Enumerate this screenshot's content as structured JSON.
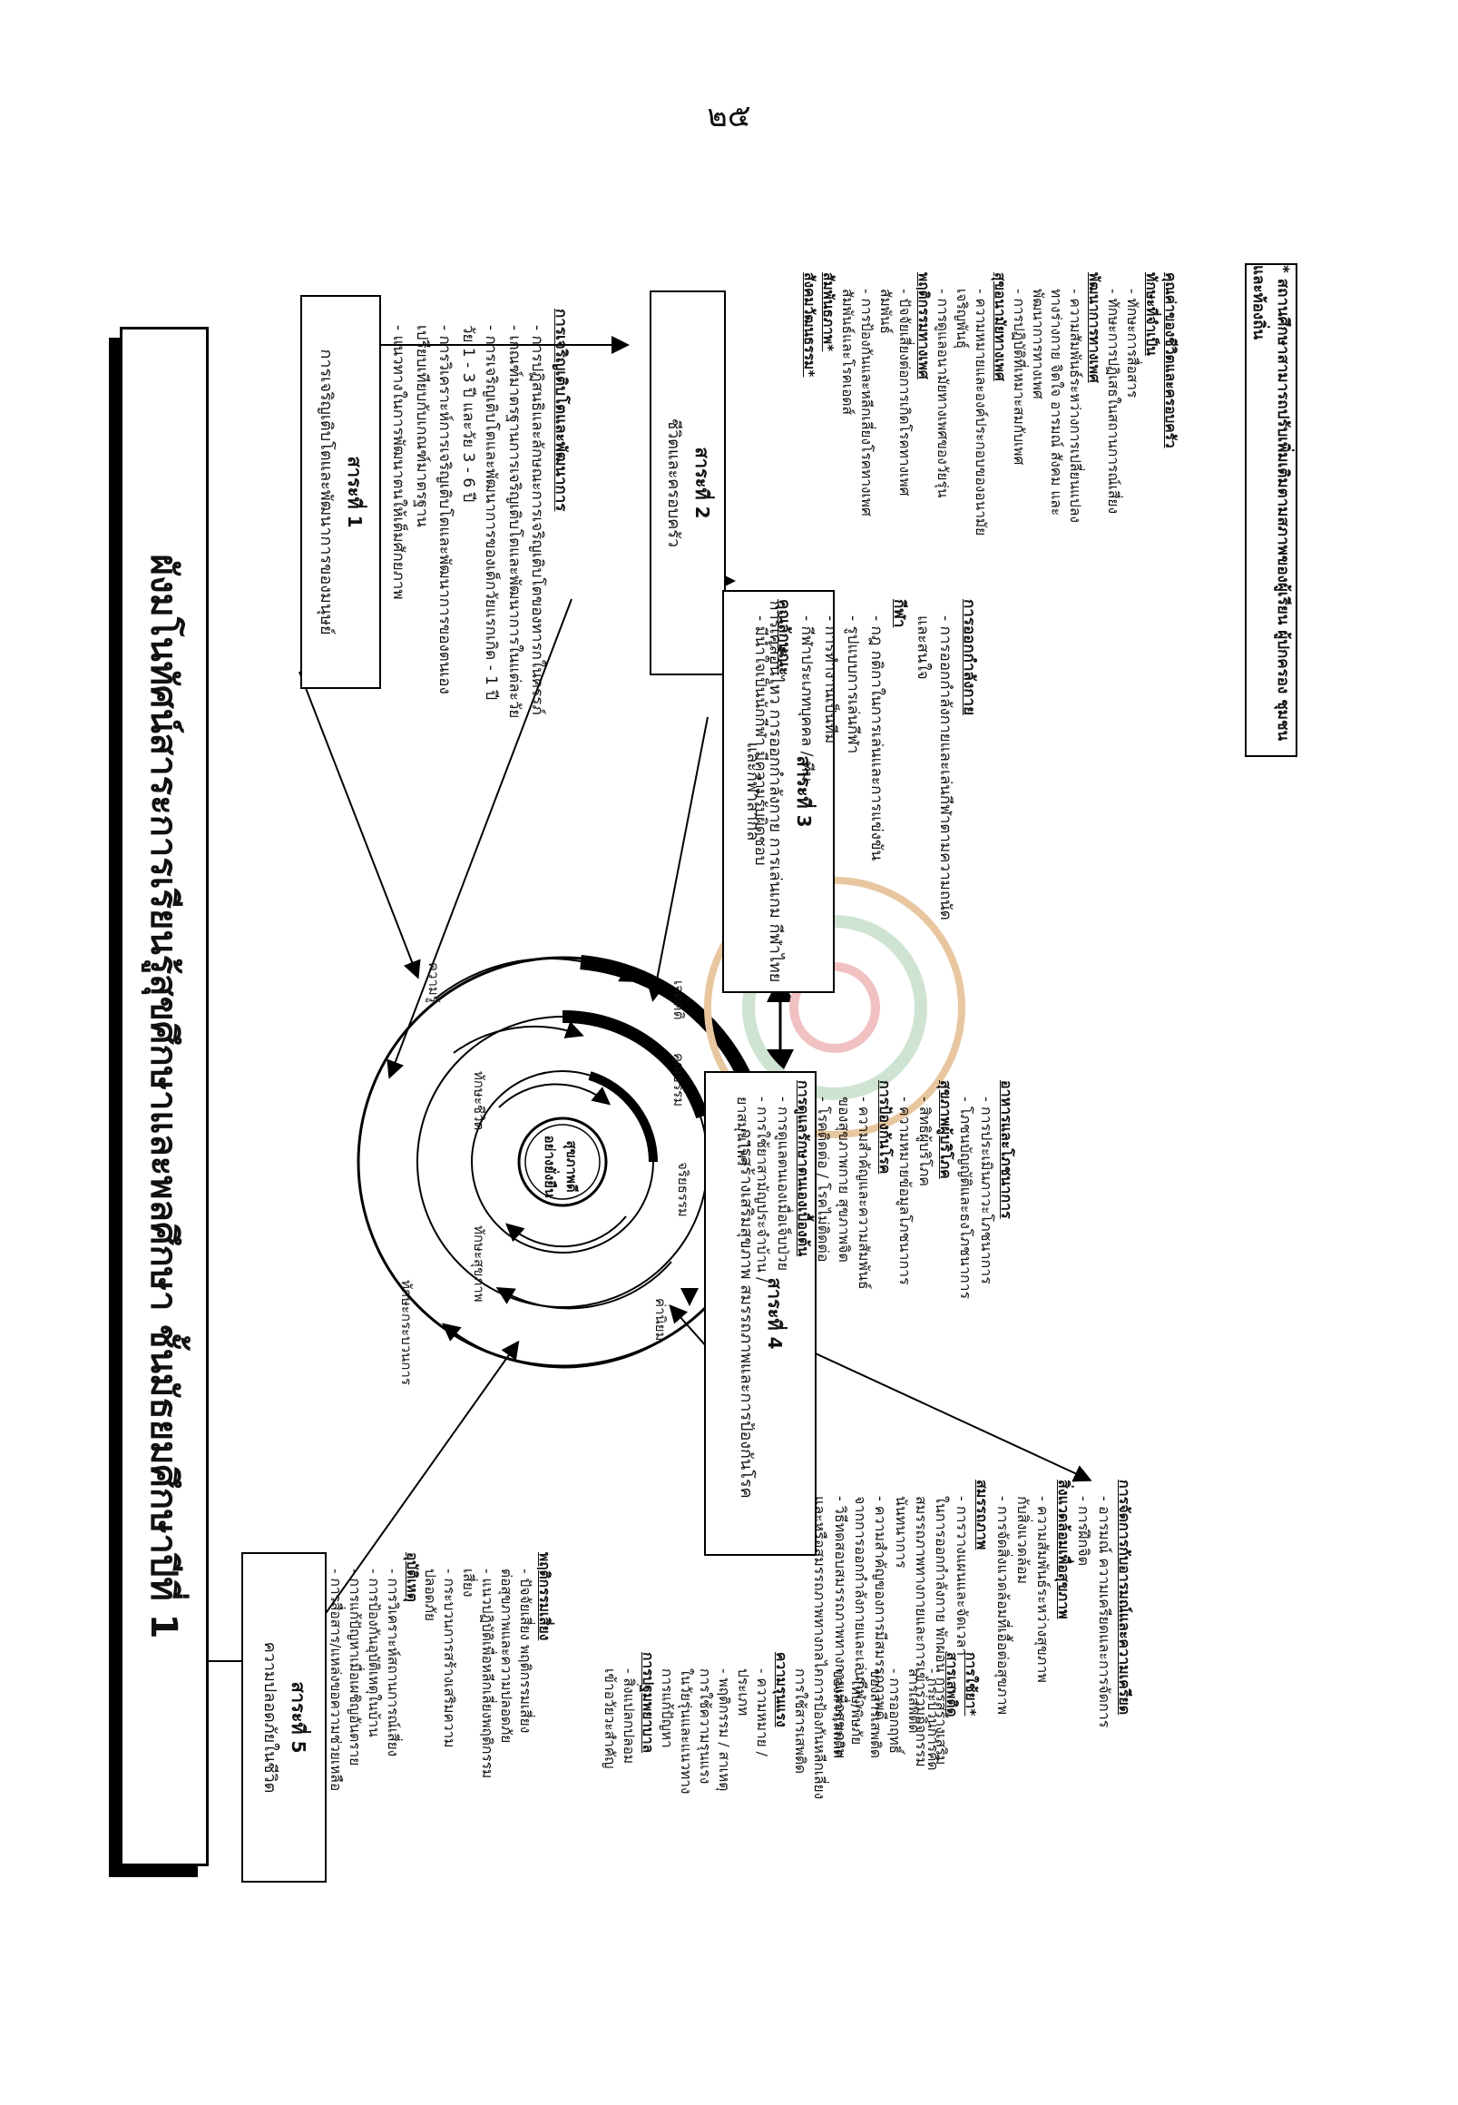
{
  "page_number": "๒๕",
  "title": "ผังมโนทัศน์สาระการเรียนรู้สุขศึกษาและพลศึกษา ชั้นมัธยมศึกษาปีที่ 1",
  "center": {
    "core": [
      "สุขภาพดี",
      "อย่างยั่งยืน"
    ],
    "rings": {
      "r1": [
        "ทักษะชีวิต",
        "ทักษะสุขภาพ"
      ],
      "r2": [
        "คุณธรรม",
        "จริยธรรม",
        "ค่านิยม"
      ],
      "r3": [
        "ความรู้",
        "เจตคติ",
        "ทักษะกระบวนการ"
      ]
    }
  },
  "strands": [
    {
      "num": "สาระที่ 1",
      "name": "การเจริญเติบโตและพัฒนาการของมนุษย์",
      "heads": [
        {
          "h": "การเจริญเติบโตและพัฒนาการ",
          "items": [
            "- การปฏิสนธิและลักษณะการเจริญเติบโตของทารกในครรภ์",
            "- เกณฑ์มาตรฐานการเจริญเติบโตและพัฒนาการในแต่ละวัย",
            "- การเจริญเติบโตและพัฒนาการของเด็กวัยแรกเกิด - 1 ปี",
            "  วัย 1 - 3 ปี และวัย 3 - 6 ปี",
            "- การวิเคราะห์การเจริญเติบโตและพัฒนาการของตนเอง",
            "  เปรียบเทียบกับเกณฑ์มาตรฐาน",
            "- แนวทางในการพัฒนาตนให้เต็มศักยภาพ"
          ]
        }
      ]
    },
    {
      "num": "สาระที่ 2",
      "name": "ชีวิตและครอบครัว",
      "heads": [
        {
          "h": "คุณค่าของชีวิตและครอบครัว",
          "items": []
        },
        {
          "h": "ทักษะที่จำเป็น",
          "items": [
            "- ทักษะการสื่อสาร",
            "- ทักษะการปฏิเสธในสถานการณ์เสี่ยง"
          ]
        },
        {
          "h": "พัฒนาการทางเพศ",
          "items": [
            "- ความสัมพันธ์ระหว่างการเปลี่ยนแปลง",
            "  ทางร่างกาย จิตใจ อารมณ์ สังคม และ",
            "  พัฒนาการทางเพศ",
            "- การปฏิบัติที่เหมาะสมกับเพศ"
          ]
        },
        {
          "h": "สุขอนามัยทางเพศ",
          "items": [
            "- ความหมายและองค์ประกอบของอนามัย",
            "  เจริญพันธุ์",
            "- การดูแลอนามัยทางเพศของวัยรุ่น"
          ]
        },
        {
          "h": "พฤติกรรมทางเพศ",
          "items": [
            "- ปัจจัยเสี่ยงต่อการเกิดโรคทางเพศ",
            "  สัมพันธ์",
            "- การป้องกันและหลีกเลี่ยงโรคทางเพศ",
            "  สัมพันธ์และโรคเอดส์"
          ]
        },
        {
          "h": "สัมพันธภาพ*",
          "items": []
        },
        {
          "h": "สังคมวัฒนธรรม*",
          "items": []
        }
      ]
    },
    {
      "num": "สาระที่ 3",
      "name": "การเคลื่อนไหว การออกกำลังกาย การเล่นเกม กีฬาไทย และกีฬาสากล",
      "heads": [
        {
          "h": "การออกกำลังกาย",
          "items": [
            "- การออกกำลังกายและเล่นกีฬาตามความถนัด",
            "  และสนใจ"
          ]
        },
        {
          "h": "กีฬา",
          "items": [
            "- กฎ กติกาในการเล่นและการแข่งขัน",
            "- รูปแบบการเล่นกีฬา",
            "- การทำงานเป็นทีม",
            "- กีฬาประเภทบุคคล / ทีม"
          ]
        },
        {
          "h": "คุณลักษณะ",
          "items": [
            "- มีน้ำใจเป็นนักกีฬา มีความรับผิดชอบ"
          ]
        }
      ]
    },
    {
      "num": "สาระที่ 4",
      "name": "การสร้างเสริมสุขภาพ สมรรถภาพและการป้องกันโรค",
      "heads": [
        {
          "h": "อาหารและโภชนาการ",
          "items": [
            "- การประเมินภาวะโภชนาการ",
            "- โภชนบัญญัติและธงโภชนาการ"
          ]
        },
        {
          "h": "สุขภาพผู้บริโภค",
          "items": [
            "- สิทธิผู้บริโภค",
            "- ความหมายข้อมูลโภชนาการ"
          ]
        },
        {
          "h": "การป้องกันโรค",
          "items": [
            "- ความสำคัญและความสัมพันธ์",
            "  ของสุขภาพกาย สุขภาพจิต",
            "- โรคติดต่อ / โรคไม่ติดต่อ"
          ]
        },
        {
          "h": "การดูแลรักษาตนเองเบื้องต้น",
          "items": [
            "- การดูแลตนเองเมื่อเจ็บป่วย",
            "- การใช้ยาสามัญประจำบ้าน /",
            "  ยาสมุนไพร"
          ]
        },
        {
          "h": "การจัดการกับอารมณ์และความเครียด",
          "items": [
            "- อารมณ์ ความเครียดและการจัดการ",
            "- การฝึกจิต"
          ]
        },
        {
          "h": "สิ่งแวดล้อมเพื่อสุขภาพ",
          "items": [
            "- ความสัมพันธ์ระหว่างสุขภาพ",
            "  กับสิ่งแวดล้อม",
            "- การจัดสิ่งแวดล้อมที่เอื้อต่อสุขภาพ"
          ]
        },
        {
          "h": "สมรรถภาพ",
          "items": [
            "- การวางแผนและจัดเวลา",
            "  ในการออกกำลังกาย พักผ่อน การสร้างเสริม",
            "  สมรรถภาพทางกายและการเข้าร่วมกิจกรรม",
            "  นันทนาการ",
            "- ความสำคัญของการมีสมรรถภาพดี",
            "  จากการออกกำลังกายและเล่นกีฬา",
            "- วิธีทดสอบสมรรถภาพทางกายเพื่อสุขภาพ",
            "  และหรือสมรรถภาพทางกลไก"
          ]
        }
      ]
    },
    {
      "num": "สาระที่ 5",
      "name": "ความปลอดภัยในชีวิต",
      "heads": [
        {
          "h": "พฤติกรรมเสี่ยง",
          "items": [
            "- ปัจจัยเสี่ยง พฤติกรรมเสี่ยง",
            "  ต่อสุขภาพและความปลอดภัย",
            "- แนวปฏิบัติเพื่อหลีกเลี่ยงพฤติกรรม",
            "  เสี่ยง",
            "- กระบวนการสร้างเสริมความ",
            "  ปลอดภัย"
          ]
        },
        {
          "h": "อุบัติเหตุ",
          "items": [
            "- การวิเคราะห์สถานการณ์เสี่ยง",
            "- การป้องกันอุบัติเหตุในบ้าน",
            "- การแก้ปัญหาเมื่อเผชิญอันตราย",
            "- การสื่อสาร/แหล่งขอความช่วยเหลือ"
          ]
        },
        {
          "h": "การใช้ยา*",
          "items": []
        },
        {
          "h": "สารเสพติด",
          "items": [
            "- กระบวนการคิด",
            "  สารเสพติด",
            "- การออกฤทธิ์",
            "  ของสารเสพติด",
            "- โทษ/พิษภัย",
            "  ของสารเสพติด",
            "- การป้องกันหลีกเลี่ยง",
            "  การใช้สารเสพติด"
          ]
        },
        {
          "h": "ความรุนแรง",
          "items": [
            "- ความหมาย /",
            "  ประเภท",
            "- พฤติกรรม / สาเหตุ",
            "  การใช้ความรุนแรง",
            "  ในวัยรุ่นและแนวทาง",
            "  การแก้ปัญหา"
          ]
        },
        {
          "h": "การปฐมพยาบาล",
          "items": [
            "- สิ่งแปลกปลอม",
            "  เข้าอวัยวะสำคัญ"
          ]
        }
      ]
    }
  ],
  "footnote": "* สถานศึกษาสามารถปรับเพิ่มเติมตามสภาพของผู้เรียน ผู้ปกครอง ชุมชน และท้องถิ่น"
}
